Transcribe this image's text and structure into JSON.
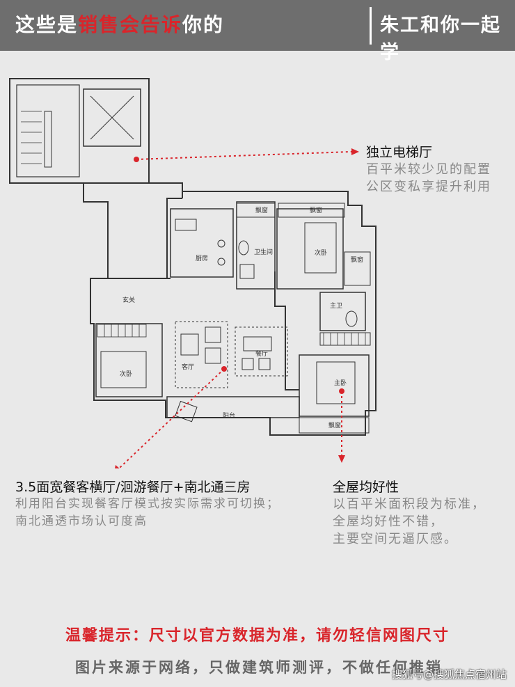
{
  "header": {
    "left_prefix": "这些是",
    "left_red": "销售会告诉",
    "left_suffix": "你的",
    "right": "朱工和你一起学"
  },
  "rooms": {
    "bay1": "飘窗",
    "bay2": "飘窗",
    "bay3": "飘窗",
    "bay4": "飘窗",
    "bathroom": "卫生间",
    "kitchen": "厨房",
    "bedroom_ne": "次卧",
    "master_bath": "主卫",
    "foyer": "玄关",
    "bedroom_w": "次卧",
    "living": "客厅",
    "dining": "餐厅",
    "master": "主卧",
    "balcony": "阳台"
  },
  "callouts": {
    "elevator": {
      "title": "独立电梯厅",
      "lines": [
        "百平米较少见的配置",
        "公区变私享提升利用"
      ]
    },
    "hall": {
      "title": "3.5面宽餐客横厅/洄游餐厅+南北通三房",
      "lines": [
        "利用阳台实现餐客厅模式按实际需求可切换；",
        "南北通透市场认可度高"
      ]
    },
    "house": {
      "title": "全屋均好性",
      "lines": [
        "以百平米面积段为标准，",
        "全屋均好性不错，",
        "主要空间无逼仄感。"
      ]
    }
  },
  "footer": {
    "tip": "温馨提示：尺寸以官方数据为准，请勿轻信网图尺寸",
    "note": "图片来源于网络，只做建筑师测评，不做任何推销",
    "watermark": "搜狐号@搜狐焦点宿州站"
  },
  "colors": {
    "accent_red": "#d9252b",
    "header_bg": "#6e6e6e"
  }
}
